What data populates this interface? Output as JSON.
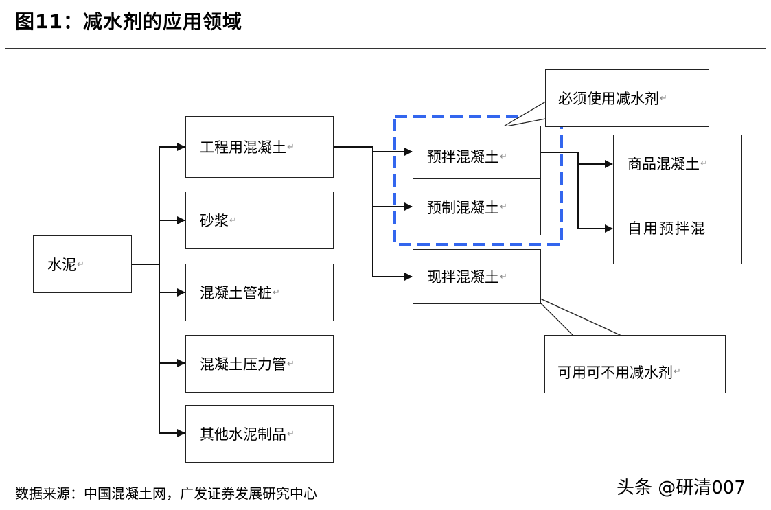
{
  "title": "图11：减水剂的应用领域",
  "return_mark": "↵",
  "nodes": {
    "cement": "水泥",
    "engineering_concrete": "工程用混凝土",
    "mortar": "砂浆",
    "concrete_pipe_pile": "混凝土管桩",
    "concrete_pressure_pipe": "混凝土压力管",
    "other_cement_products": "其他水泥制品",
    "ready_mixed_concrete": "预拌混凝土",
    "precast_concrete": "预制混凝土",
    "site_mixed_concrete": "现拌混凝土",
    "commercial_concrete": "商品混凝土",
    "self_use_premixed": "自用预拌混"
  },
  "callouts": {
    "must_use": "必须使用减水剂",
    "optional": "可用可不用减水剂"
  },
  "footer": {
    "source": "数据来源：中国混凝土网，广发证券发展研究中心",
    "watermark": "头条 @研清007"
  },
  "colors": {
    "dashed_highlight": "#3366ee",
    "lines": "#111111"
  }
}
